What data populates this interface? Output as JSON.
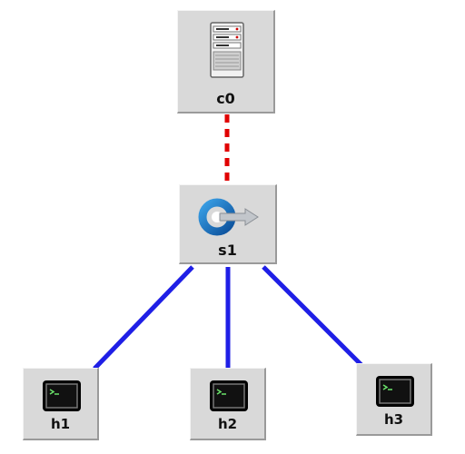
{
  "topology": {
    "controller": {
      "label": "c0",
      "icon": "server-icon"
    },
    "switch": {
      "label": "s1",
      "icon": "switch-icon"
    },
    "hosts": [
      {
        "label": "h1",
        "icon": "terminal-icon"
      },
      {
        "label": "h2",
        "icon": "terminal-icon"
      },
      {
        "label": "h3",
        "icon": "terminal-icon"
      }
    ],
    "links": [
      {
        "from": "c0",
        "to": "s1",
        "style": "dashed",
        "color": "#e00000"
      },
      {
        "from": "s1",
        "to": "h1",
        "style": "solid",
        "color": "#1f1fe6"
      },
      {
        "from": "s1",
        "to": "h2",
        "style": "solid",
        "color": "#1f1fe6"
      },
      {
        "from": "s1",
        "to": "h3",
        "style": "solid",
        "color": "#1f1fe6"
      }
    ]
  }
}
